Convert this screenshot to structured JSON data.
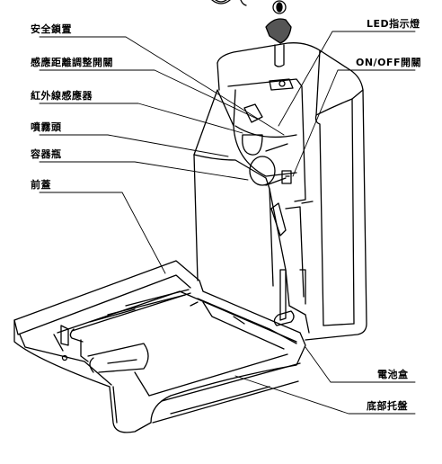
{
  "labels": {
    "safety_lock": "安全鎖置",
    "sensor_adjust_switch": "感應距離調整開關",
    "ir_sensor": "紅外線感應器",
    "spray_nozzle": "噴霧頭",
    "container_bottle": "容器瓶",
    "front_cover": "前蓋",
    "led_indicator": "LED指示燈",
    "on_off_switch": "ON/OFF開關",
    "battery_box": "電池盒",
    "base_tray": "底部托盤"
  }
}
